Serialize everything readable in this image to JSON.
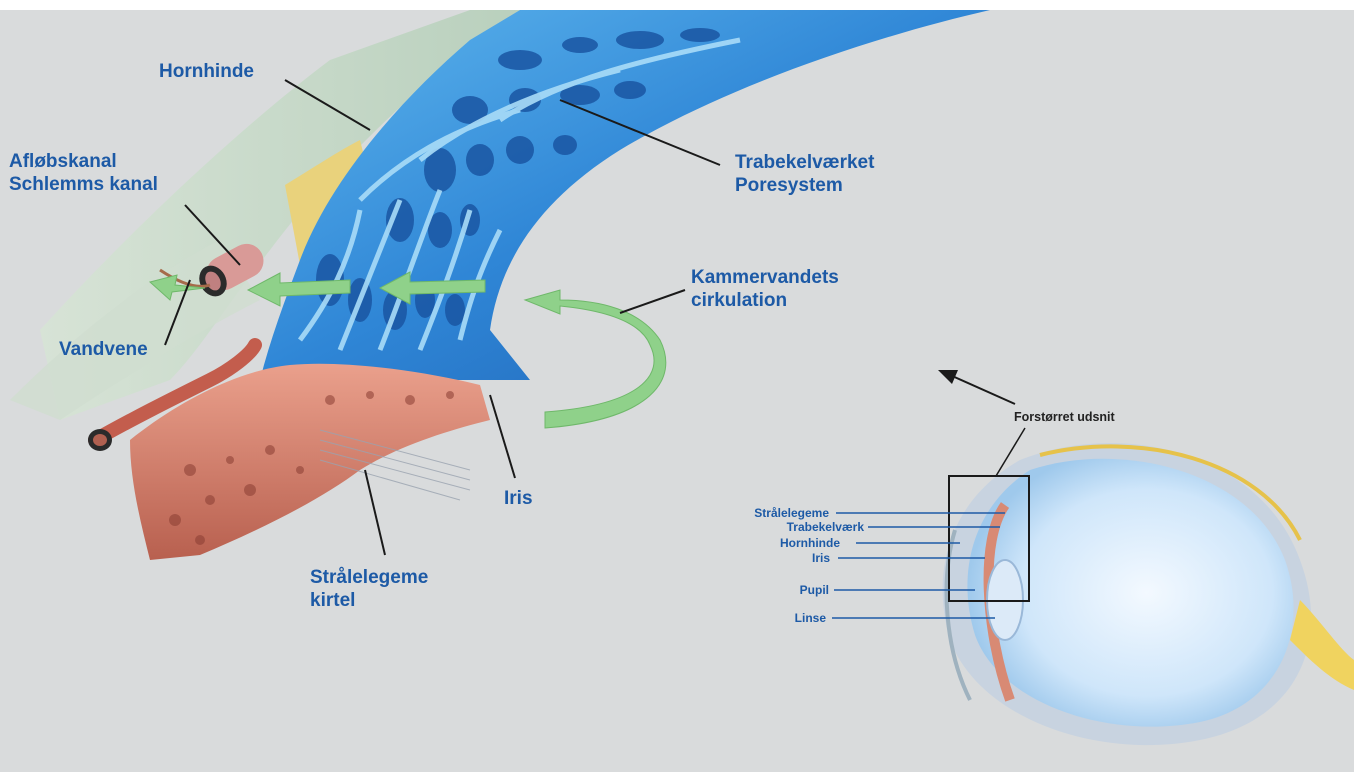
{
  "labels": {
    "hornhinde": "Hornhinde",
    "afloeb_line1": "Afløbskanal",
    "afloeb_line2": "Schlemms kanal",
    "trabekel_line1": "Trabekelværket",
    "trabekel_line2": "Poresystem",
    "kammer_line1": "Kammervandets",
    "kammer_line2": "cirkulation",
    "vandvene": "Vandvene",
    "iris": "Iris",
    "straale_line1": "Strålelegeme",
    "straale_line2": "kirtel"
  },
  "inset": {
    "caption": "Forstørret udsnit",
    "labels": [
      "Strålelegeme",
      "Trabekelværk",
      "Hornhinde",
      "Iris",
      "Pupil",
      "Linse"
    ]
  },
  "colors": {
    "label_blue": "#1d5aa6",
    "background": "#d9dbdc",
    "arrow_green": "#8fd18a",
    "tissue_blue": "#3d8fd8",
    "tissue_pink": "#d98a7a",
    "cornea_green": "#c9d9cc"
  }
}
